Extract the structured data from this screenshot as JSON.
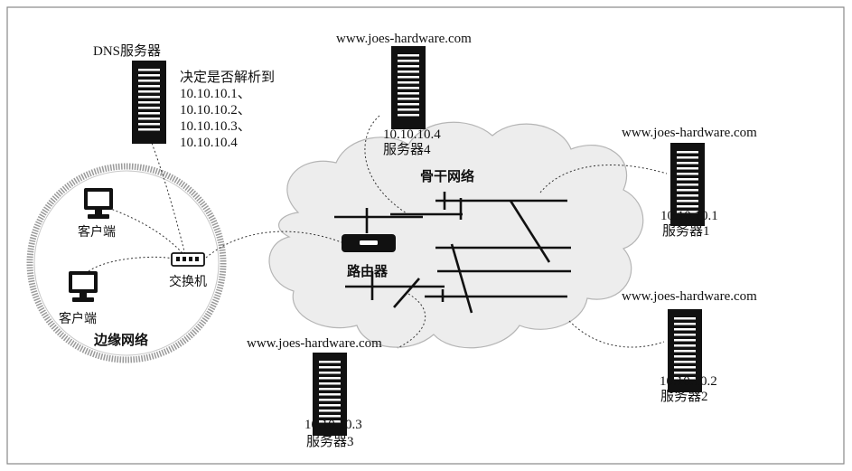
{
  "dns": {
    "title": "DNS服务器",
    "decision_text": "决定是否解析到",
    "ip_list": [
      "10.10.10.1、",
      "10.10.10.2、",
      "10.10.10.3、",
      "10.10.10.4"
    ]
  },
  "backbone": {
    "label": "骨干网络"
  },
  "edge": {
    "label": "边缘网络",
    "client_top_label": "客户端",
    "client_bottom_label": "客户端",
    "switch_label": "交换机"
  },
  "router": {
    "label": "路由器"
  },
  "servers": {
    "s4": {
      "host": "www.joes-hardware.com",
      "ip": "10.10.10.4",
      "name": "服务器4"
    },
    "s1": {
      "host": "www.joes-hardware.com",
      "ip": "10.10.10.1",
      "name": "服务器1"
    },
    "s2": {
      "host": "www.joes-hardware.com",
      "ip": "10.10.10.2",
      "name": "服务器2"
    },
    "s3": {
      "host": "www.joes-hardware.com",
      "ip": "10.10.10.3",
      "name": "服务器3"
    }
  },
  "colors": {
    "cloud_fill": "#ededed",
    "cloud_stroke": "#b5b5b5",
    "ring": "#9a9a9a",
    "ink": "#111111"
  }
}
